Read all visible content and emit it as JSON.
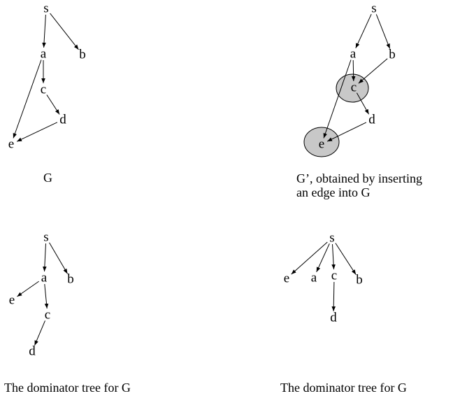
{
  "colors": {
    "ink": "#000000",
    "highlight_fill": "#c8c8c8"
  },
  "panels": [
    {
      "id": "graph-g",
      "caption": [
        "G"
      ],
      "nodes": [
        {
          "id": "s",
          "label": "s"
        },
        {
          "id": "a",
          "label": "a"
        },
        {
          "id": "b",
          "label": "b"
        },
        {
          "id": "c",
          "label": "c"
        },
        {
          "id": "d",
          "label": "d"
        },
        {
          "id": "e",
          "label": "e"
        }
      ],
      "edges": [
        {
          "from": "s",
          "to": "a"
        },
        {
          "from": "s",
          "to": "b"
        },
        {
          "from": "a",
          "to": "c"
        },
        {
          "from": "a",
          "to": "e"
        },
        {
          "from": "c",
          "to": "d"
        },
        {
          "from": "d",
          "to": "e"
        }
      ]
    },
    {
      "id": "graph-g-prime",
      "caption": [
        "G’, obtained by inserting",
        "an edge into G"
      ],
      "highlighted_nodes": [
        "c",
        "e"
      ],
      "nodes": [
        {
          "id": "s",
          "label": "s"
        },
        {
          "id": "a",
          "label": "a"
        },
        {
          "id": "b",
          "label": "b"
        },
        {
          "id": "c",
          "label": "c"
        },
        {
          "id": "d",
          "label": "d"
        },
        {
          "id": "e",
          "label": "e"
        }
      ],
      "edges": [
        {
          "from": "s",
          "to": "a"
        },
        {
          "from": "s",
          "to": "b"
        },
        {
          "from": "a",
          "to": "c"
        },
        {
          "from": "a",
          "to": "e"
        },
        {
          "from": "b",
          "to": "c"
        },
        {
          "from": "c",
          "to": "d"
        },
        {
          "from": "d",
          "to": "e"
        }
      ]
    },
    {
      "id": "dom-tree-g",
      "caption": [
        "The  dominator  tree  for  G"
      ],
      "nodes": [
        {
          "id": "s",
          "label": "s"
        },
        {
          "id": "a",
          "label": "a"
        },
        {
          "id": "b",
          "label": "b"
        },
        {
          "id": "e",
          "label": "e"
        },
        {
          "id": "c",
          "label": "c"
        },
        {
          "id": "d",
          "label": "d"
        }
      ],
      "edges": [
        {
          "from": "s",
          "to": "a"
        },
        {
          "from": "s",
          "to": "b"
        },
        {
          "from": "a",
          "to": "e"
        },
        {
          "from": "a",
          "to": "c"
        },
        {
          "from": "c",
          "to": "d"
        }
      ]
    },
    {
      "id": "dom-tree-g-prime",
      "caption": [
        "The  dominator  tree  for  G"
      ],
      "nodes": [
        {
          "id": "s",
          "label": "s"
        },
        {
          "id": "e",
          "label": "e"
        },
        {
          "id": "a",
          "label": "a"
        },
        {
          "id": "c",
          "label": "c"
        },
        {
          "id": "b",
          "label": "b"
        },
        {
          "id": "d",
          "label": "d"
        }
      ],
      "edges": [
        {
          "from": "s",
          "to": "e"
        },
        {
          "from": "s",
          "to": "a"
        },
        {
          "from": "s",
          "to": "c"
        },
        {
          "from": "s",
          "to": "b"
        },
        {
          "from": "c",
          "to": "d"
        }
      ]
    }
  ]
}
